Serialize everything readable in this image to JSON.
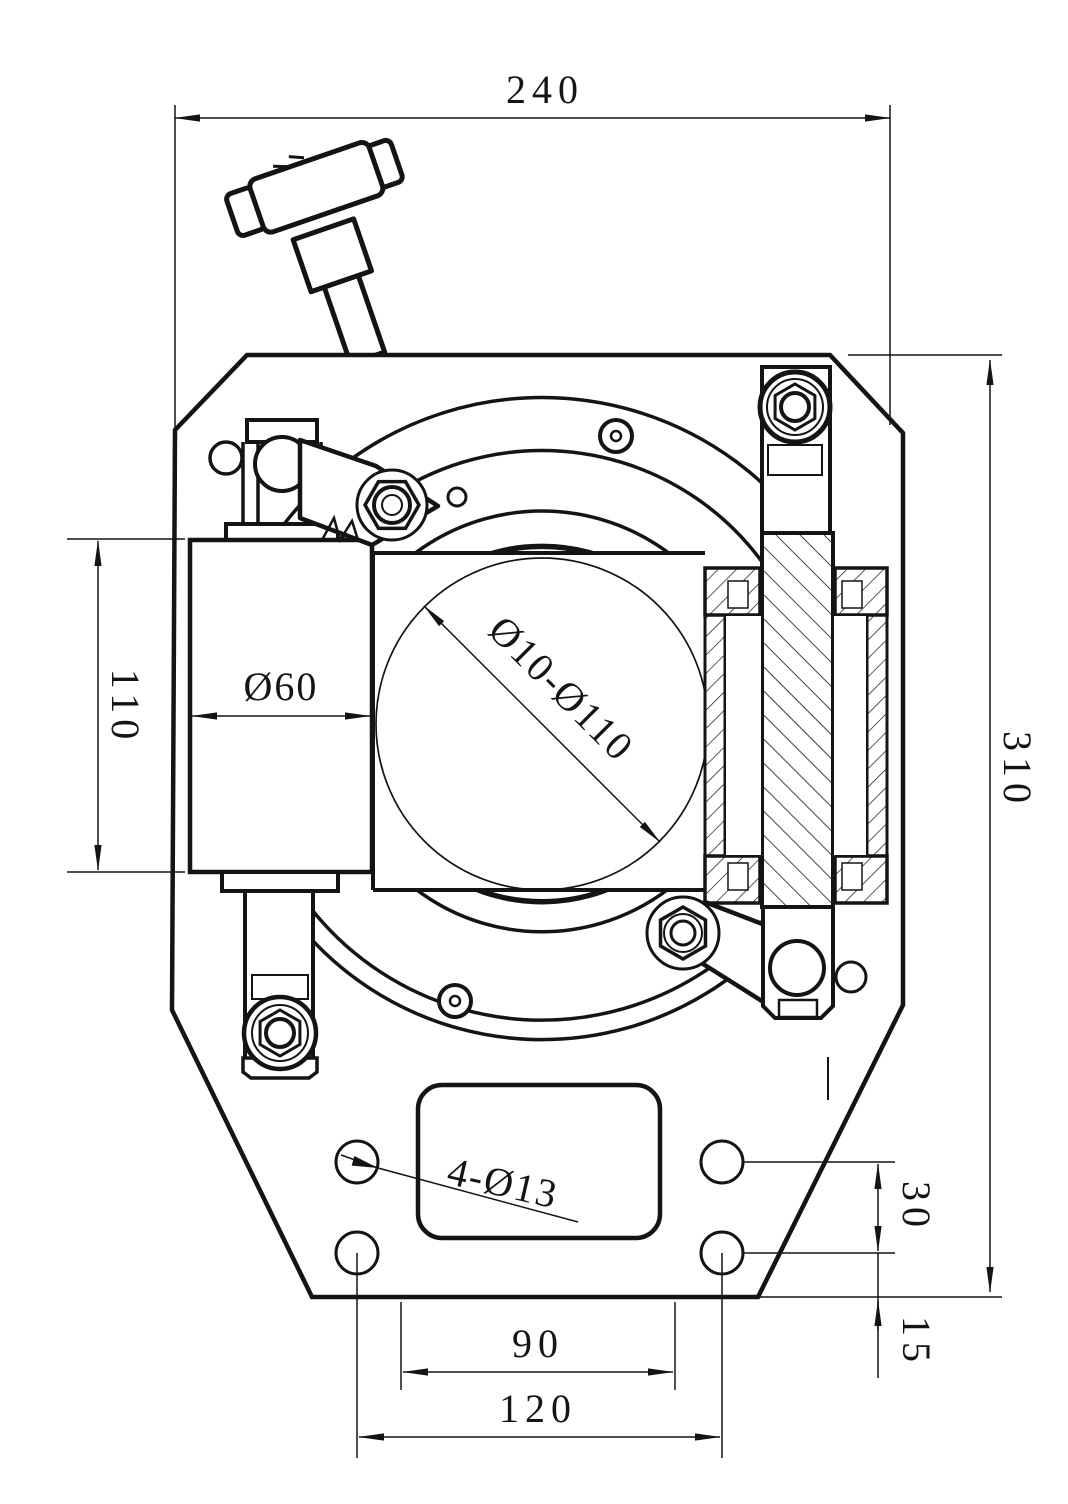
{
  "drawing": {
    "labels": {
      "overall_width": "240",
      "overall_height": "310",
      "cylinder_length": "110",
      "cylinder_diameter": "Ø60",
      "clamping_range": "Ø10-Ø110",
      "mounting_holes": "4-Ø13",
      "hole_row_spacing": "30",
      "hole_bottom_offset": "15",
      "inner_hole_span": "90",
      "outer_hole_span": "120"
    }
  }
}
